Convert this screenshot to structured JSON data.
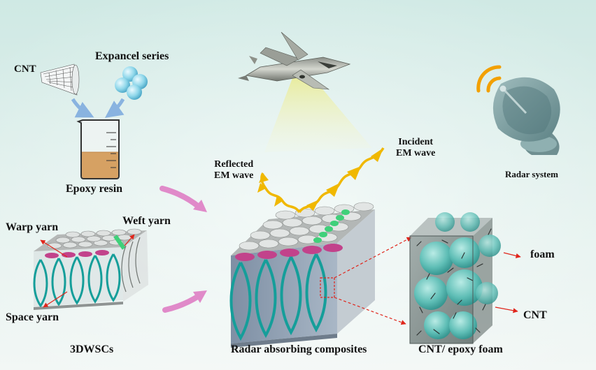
{
  "labels": {
    "cnt_top": "CNT",
    "expancel": "Expancel series",
    "epoxy_resin": "Epoxy resin",
    "warp_yarn": "Warp yarn",
    "weft_yarn": "Weft yarn",
    "space_yarn": "Space yarn",
    "caption_3dwscs": "3DWSCs",
    "reflected_line1": "Reflected",
    "reflected_line2": "EM wave",
    "incident_line1": "Incident",
    "incident_line2": "EM wave",
    "radar_system": "Radar system",
    "caption_composites": "Radar absorbing composites",
    "foam": "foam",
    "cnt_cube": "CNT",
    "caption_foam": "CNT/ epoxy foam"
  },
  "colors": {
    "background_top": "#cfe9e4",
    "background_bottom": "#f2f7f5",
    "yarn_teal": "#159e9a",
    "weft_magenta": "#c2428b",
    "weft_green": "#3fd07a",
    "em_wave": "#f0b800",
    "radar_arc": "#f2a000",
    "process_arrow": "#e08ac9",
    "flow_arrow": "#89b3e0",
    "annotation_red": "#e0251b",
    "foam_sphere": "#6ec7c0",
    "resin": "#d6a163"
  },
  "icons": [
    "beaker-icon",
    "nanotube-icon",
    "microsphere-icon",
    "jet-icon",
    "radar-dish-icon"
  ]
}
